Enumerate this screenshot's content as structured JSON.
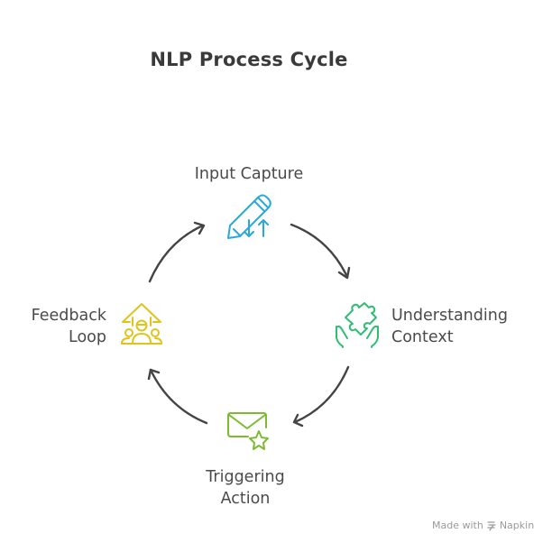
{
  "title": "NLP Process Cycle",
  "stages": [
    {
      "id": "input-capture",
      "lines": [
        "Input Capture"
      ],
      "icon": "pencil-arrows-icon",
      "color": "#29a8dc"
    },
    {
      "id": "understanding-context",
      "lines": [
        "Understanding",
        "Context"
      ],
      "icon": "hands-puzzle-icon",
      "color": "#2fbf71"
    },
    {
      "id": "triggering-action",
      "lines": [
        "Triggering",
        "Action"
      ],
      "icon": "envelope-star-icon",
      "color": "#7cbb2f"
    },
    {
      "id": "feedback-loop",
      "lines": [
        "Feedback",
        "Loop"
      ],
      "icon": "group-arrow-up-icon",
      "color": "#e1c31c"
    }
  ],
  "cycle_direction": "clockwise",
  "arrow_color": "#444444",
  "footer": {
    "prefix": "Made with",
    "brand": "Napkin"
  }
}
